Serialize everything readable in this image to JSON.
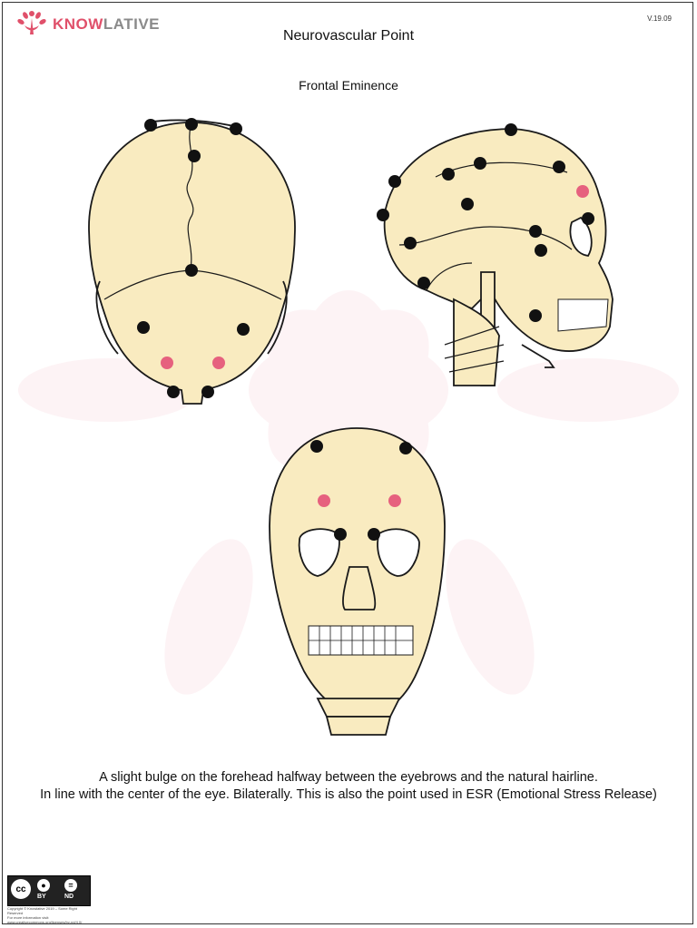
{
  "brand": {
    "name_a": "KNOW",
    "name_b": "LATIVE",
    "accent": "#e0506a",
    "secondary": "#8a8a8a"
  },
  "version": "V.19.09",
  "title": "Neurovascular Point",
  "subtitle": "Frontal Eminence",
  "description": {
    "line1": "A slight bulge on the forehead halfway between the eyebrows and the natural hairline.",
    "line2": "In line with the center of the eye. Bilaterally. This is also the point used in ESR (Emotional Stress Release)"
  },
  "license": {
    "badge": "cc",
    "by": "BY",
    "nd": "ND",
    "small_line1": "Copyright © Knowlative 2019 – Some Right Reserved",
    "small_line2": "For more information visit:",
    "small_line3": "www.creativecommons.org/licenses/by-nd/4.0/"
  },
  "colors": {
    "bone": "#f9ebc0",
    "outline": "#1a1a1a",
    "point_dark": "#111111",
    "point_highlight": "#e6617e"
  }
}
